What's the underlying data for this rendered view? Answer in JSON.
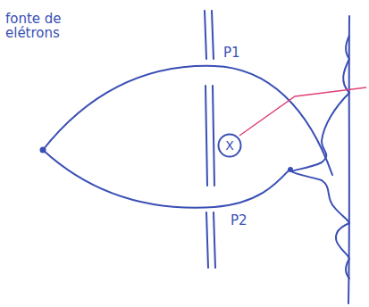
{
  "diagram": {
    "nodes": [
      {
        "text": [
          "X"
        ]
      }
    ],
    "labels": [
      "fonte de elétrons",
      "P1",
      "P2"
    ]
  }
}
